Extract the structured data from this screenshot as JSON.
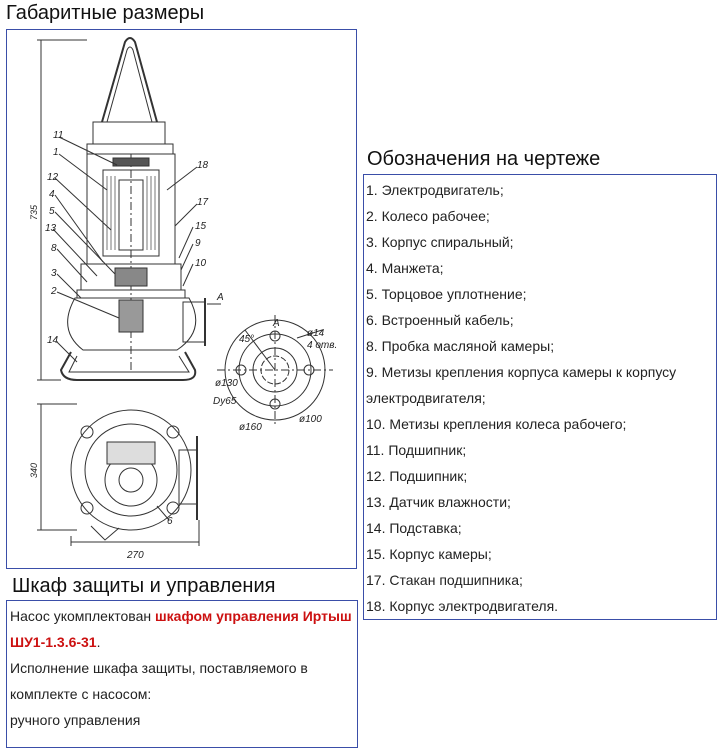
{
  "sections": {
    "dimensions_title": "Габаритные размеры",
    "legend_title": "Обозначения на чертеже",
    "cabinet_title": "Шкаф защиты и управления"
  },
  "drawing": {
    "callouts": [
      "11",
      "1",
      "12",
      "4",
      "5",
      "13",
      "8",
      "3",
      "2",
      "14",
      "18",
      "17",
      "15",
      "9",
      "10",
      "6"
    ],
    "dim_height": "735",
    "dim_width": "270",
    "dim_depth": "340",
    "section_mark": "A",
    "flange": {
      "angle": "45°",
      "holes": "ø14",
      "holes_count": "4 отв.",
      "d1": "ø130",
      "dn": "Dy65",
      "d2": "ø160",
      "d3": "ø100"
    }
  },
  "legend": [
    "1. Электродвигатель;",
    "2. Колесо рабочее;",
    "3. Корпус спиральный;",
    "4. Манжета;",
    "5. Торцовое уплотнение;",
    "6. Встроенный кабель;",
    "8. Пробка масляной камеры;",
    "9. Метизы крепления корпуса камеры к корпусу электродвигателя;",
    "10. Метизы крепления колеса рабочего;",
    "11. Подшипник;",
    "12. Подшипник;",
    "13. Датчик влажности;",
    "14. Подставка;",
    "15. Корпус камеры;",
    "17. Стакан подшипника;",
    "18. Корпус электродвигателя."
  ],
  "cabinet": {
    "intro": "Насос укомплектован ",
    "highlight": "шкафом управления Иртыш ШУ1-1.3.6-31",
    "period": ".",
    "line2": "Исполнение шкафа защиты, поставляемого в комплекте с насосом:",
    "line3": "ручного управления"
  },
  "colors": {
    "frame": "#3a4ea8",
    "highlight": "#cc1111"
  }
}
